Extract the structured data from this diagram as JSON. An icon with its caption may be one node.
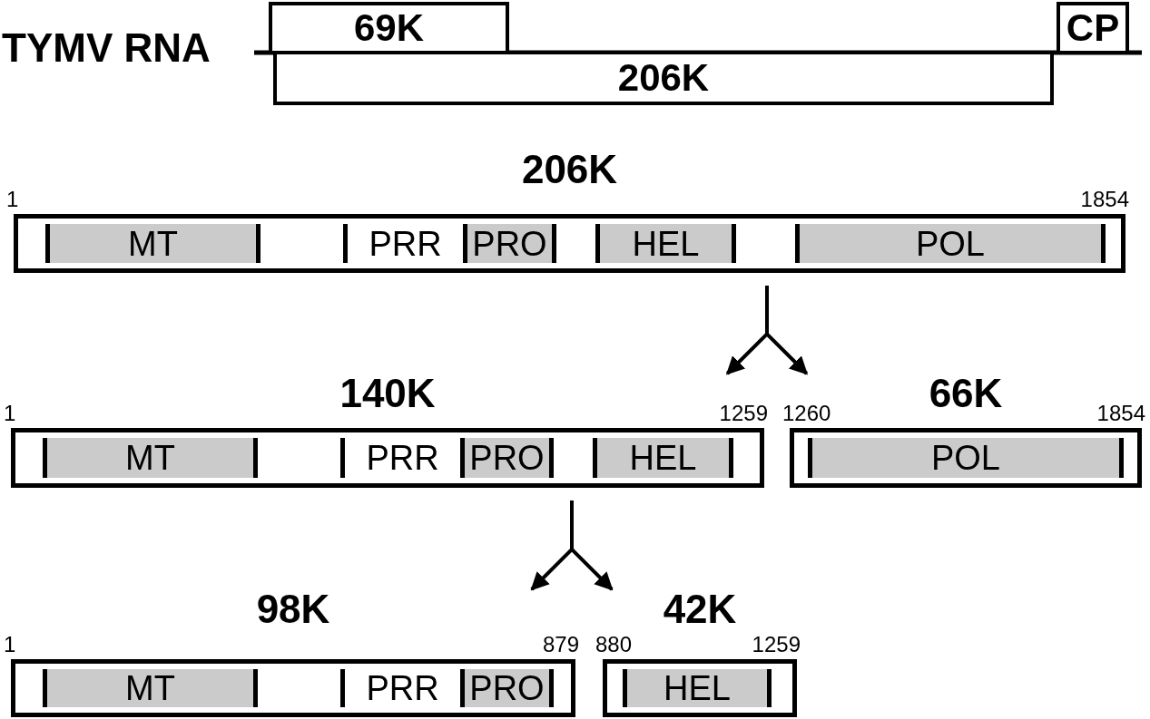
{
  "diagram": {
    "nodes": [
      {
        "text": [
          "69K"
        ]
      },
      {
        "text": [
          "CP"
        ]
      },
      {
        "text": [
          "206K"
        ]
      },
      {
        "text": [
          "206K"
        ],
        "beside": [
          "1",
          "1854"
        ]
      },
      {
        "text": [
          "MT"
        ],
        "in": 3
      },
      {
        "text": [
          "PRR"
        ],
        "in": 3
      },
      {
        "text": [
          "PRO"
        ],
        "in": 3
      },
      {
        "text": [
          "HEL"
        ],
        "in": 3
      },
      {
        "text": [
          "POL"
        ],
        "in": 3
      },
      {
        "text": [
          "140K"
        ],
        "beside": [
          "1",
          "1259"
        ]
      },
      {
        "text": [
          "MT"
        ],
        "in": 9
      },
      {
        "text": [
          "PRR"
        ],
        "in": 9
      },
      {
        "text": [
          "PRO"
        ],
        "in": 9
      },
      {
        "text": [
          "HEL"
        ],
        "in": 9
      },
      {
        "text": [
          "66K"
        ],
        "beside": [
          "1260",
          "1854"
        ]
      },
      {
        "text": [
          "POL"
        ],
        "in": 14
      },
      {
        "text": [
          "98K"
        ],
        "beside": [
          "1",
          "879"
        ]
      },
      {
        "text": [
          "MT"
        ],
        "in": 16
      },
      {
        "text": [
          "PRR"
        ],
        "in": 16
      },
      {
        "text": [
          "PRO"
        ],
        "in": 16
      },
      {
        "text": [
          "42K"
        ],
        "beside": [
          "880",
          "1259"
        ]
      },
      {
        "text": [
          "HEL"
        ],
        "in": 20
      }
    ],
    "edges": [
      {
        "from": 3,
        "to": 9,
        "arrow": "to"
      },
      {
        "from": 3,
        "to": 14,
        "arrow": "to"
      },
      {
        "from": 9,
        "to": 16,
        "arrow": "to"
      },
      {
        "from": 9,
        "to": 20,
        "arrow": "to"
      }
    ],
    "labels": [
      "TYMV RNA"
    ]
  }
}
